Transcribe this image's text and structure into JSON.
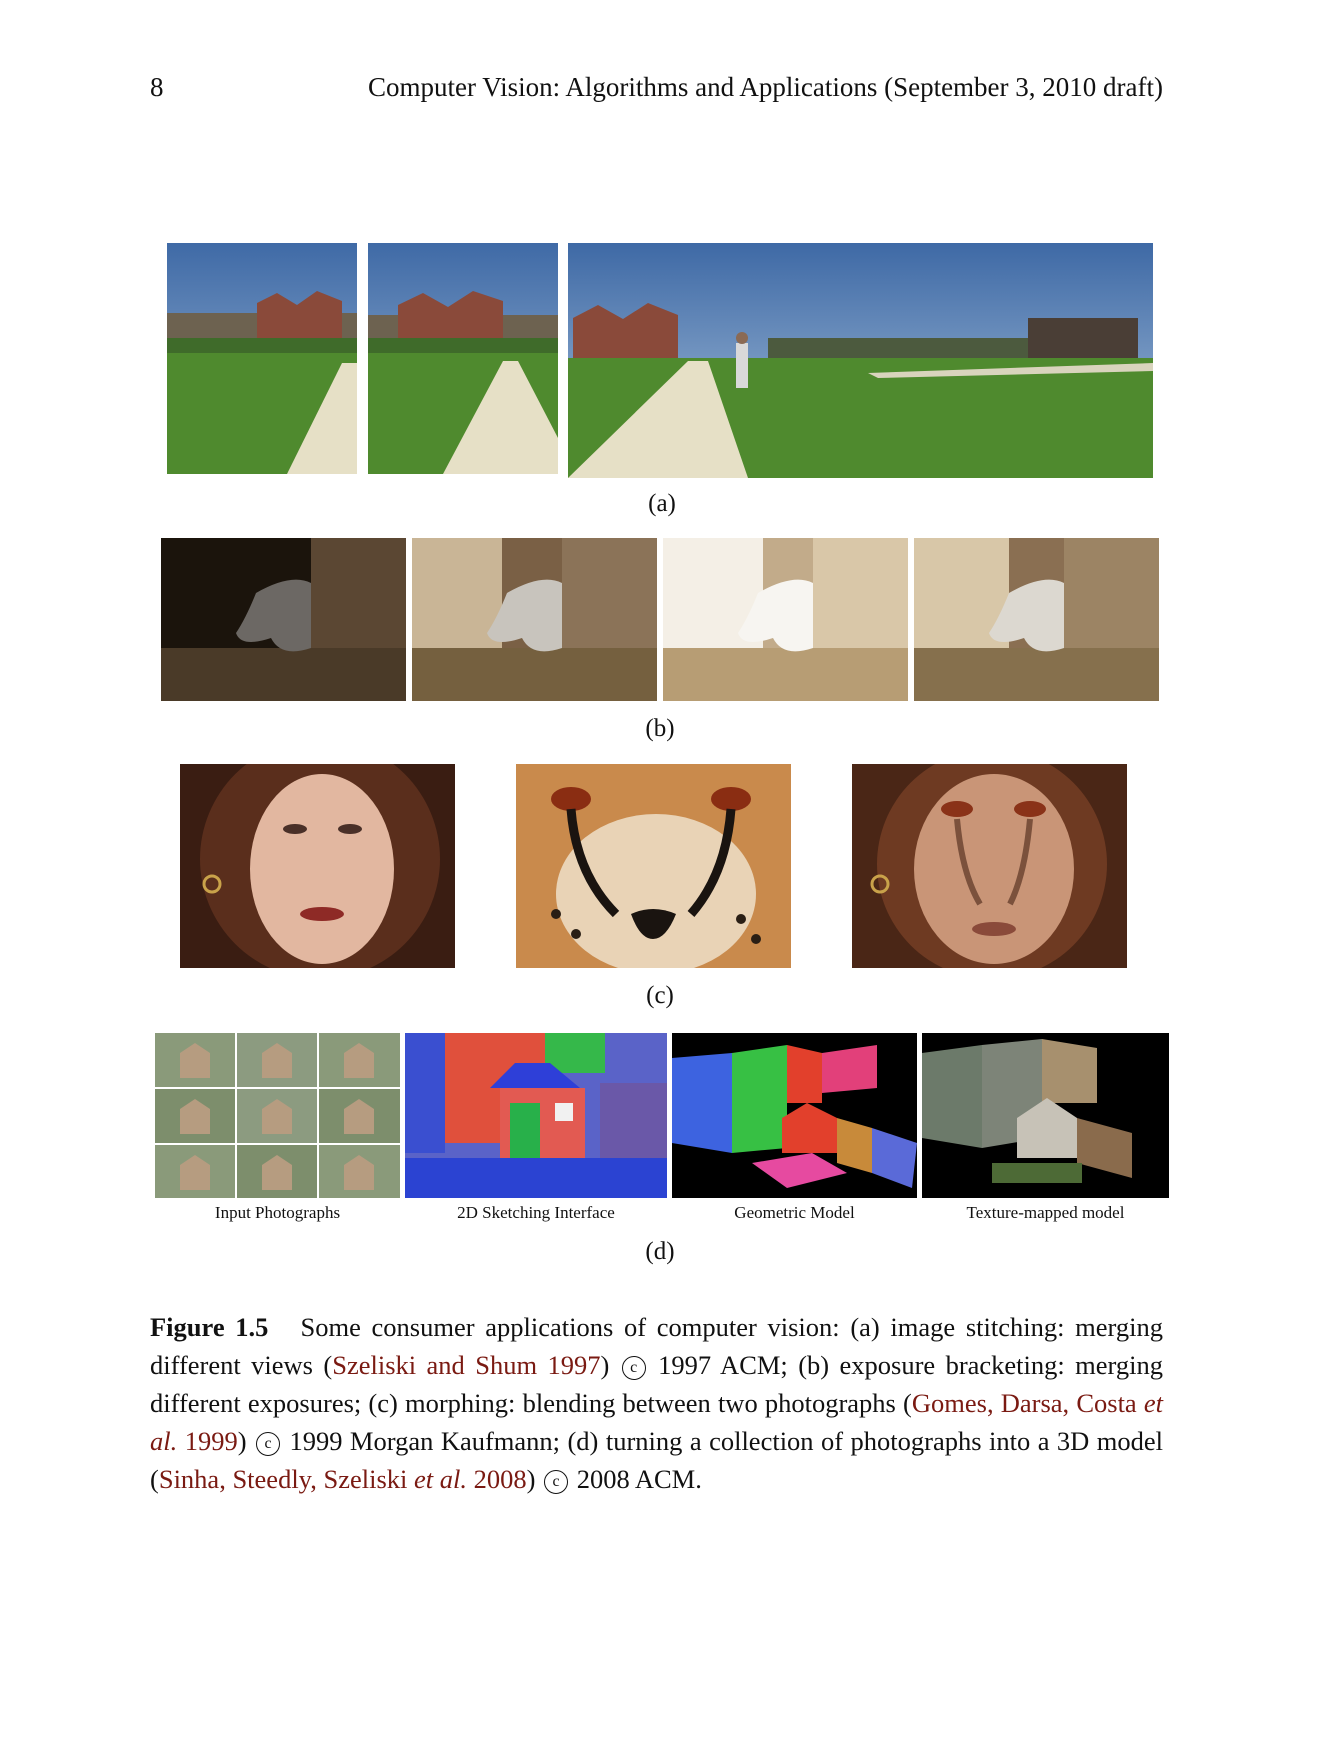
{
  "header": {
    "page_number": "8",
    "title": "Computer Vision: Algorithms and Applications (September 3, 2010 draft)"
  },
  "figure": {
    "sublabels": {
      "a": "(a)",
      "b": "(b)",
      "c": "(c)",
      "d": "(d)"
    },
    "panel_d_captions": [
      "Input Photographs",
      "2D Sketching Interface",
      "Geometric Model",
      "Texture-mapped model"
    ]
  },
  "caption": {
    "label": "Figure 1.5",
    "part1": "Some consumer applications of computer vision: (a) image stitching: merging different views (",
    "cite1": "Szeliski and Shum 1997",
    "copy_symbol": "c",
    "part2": " 1997 ACM; (b) exposure bracketing: merging different exposures; (c) morphing: blending between two photographs (",
    "cite2_main": "Gomes, Darsa, Costa ",
    "cite2_etal": "et al.",
    "cite2_year": " 1999",
    "part3": " 1999 Morgan Kaufmann; (d) turning a collection of photographs into a 3D model (",
    "cite3_main": "Sinha, Steedly, Szeliski ",
    "cite3_etal": "et al.",
    "cite3_year": " 2008",
    "part4": " 2008 ACM."
  },
  "colors": {
    "citation": "#7a1a12",
    "sky": "#5e86b8",
    "grass": "#4f8a2e",
    "path": "#e6e0c6"
  }
}
